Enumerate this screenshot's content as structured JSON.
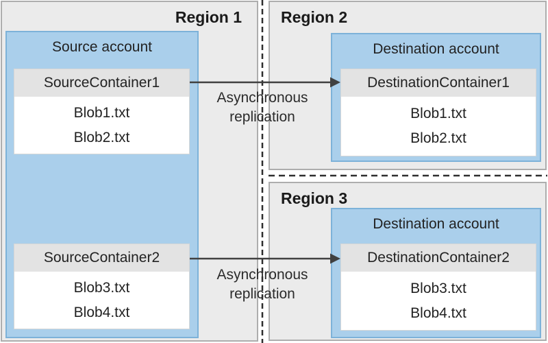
{
  "colors": {
    "region_fill": "#ebebeb",
    "region_border": "#adadad",
    "account_fill": "#aacfeb",
    "account_border": "#7db2d9",
    "container_header_fill": "#e3e3e3",
    "container_body_fill": "#ffffff",
    "container_border": "#d6d6d6",
    "arrow_color": "#404040",
    "dash_color": "#2e2e2e",
    "text_color": "#262626"
  },
  "regions": [
    {
      "label": "Region 1",
      "account": {
        "label": "Source account",
        "containers": [
          {
            "name": "SourceContainer1",
            "blobs": [
              "Blob1.txt",
              "Blob2.txt"
            ]
          },
          {
            "name": "SourceContainer2",
            "blobs": [
              "Blob3.txt",
              "Blob4.txt"
            ]
          }
        ]
      }
    },
    {
      "label": "Region 2",
      "account": {
        "label": "Destination account",
        "containers": [
          {
            "name": "DestinationContainer1",
            "blobs": [
              "Blob1.txt",
              "Blob2.txt"
            ]
          }
        ]
      }
    },
    {
      "label": "Region 3",
      "account": {
        "label": "Destination account",
        "containers": [
          {
            "name": "DestinationContainer2",
            "blobs": [
              "Blob3.txt",
              "Blob4.txt"
            ]
          }
        ]
      }
    }
  ],
  "arrows": [
    {
      "label": "Asynchronous replication",
      "from": "SourceContainer1",
      "to": "DestinationContainer1"
    },
    {
      "label": "Asynchronous replication",
      "from": "SourceContainer2",
      "to": "DestinationContainer2"
    }
  ]
}
